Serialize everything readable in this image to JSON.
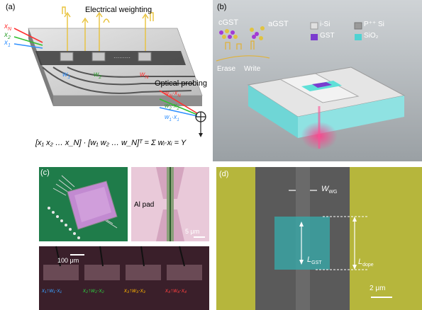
{
  "panel_a": {
    "label": "(a)",
    "title": "Electrical weighting",
    "probe": "Optical probing",
    "inputs": [
      "x",
      "x",
      "x"
    ],
    "input_subs": [
      "N",
      "2",
      "1"
    ],
    "weights": [
      "w",
      "w",
      "w"
    ],
    "weight_subs": [
      "1",
      "2",
      "N"
    ],
    "outputs": [
      "w",
      "x",
      "w",
      "x",
      "w",
      "x"
    ],
    "output_subs": [
      "N",
      "N",
      "2",
      "2",
      "1",
      "1"
    ],
    "equation": "[x₁ x₂ … x_N] · [w₁ w₂ … w_N]ᵀ = Σ wᵢ·xᵢ = Y"
  },
  "panel_b": {
    "label": "(b)",
    "cgst": "cGST",
    "agst": "aGST",
    "erase": "Erase",
    "write": "Write",
    "legend": [
      {
        "label": "i-Si",
        "color": "#d9d9d9"
      },
      {
        "label": "P⁺⁺ Si",
        "color": "#9a9a9a"
      },
      {
        "label": "GST",
        "color": "#7a3ccf"
      },
      {
        "label": "SiO₂",
        "color": "#4fd2d2"
      }
    ]
  },
  "panel_c": {
    "label": "(c)",
    "al_pad": "Al pad",
    "scale_top": "5 μm",
    "scale_bottom": "100 μm",
    "cells": [
      {
        "x": "x₁",
        "w": "w₁",
        "p": "x₁",
        "color": "#3aa0ff"
      },
      {
        "x": "x₂",
        "w": "w₂",
        "p": "x₂",
        "color": "#2ecc40"
      },
      {
        "x": "x₃",
        "w": "w₃",
        "p": "x₃",
        "color": "#ffb400"
      },
      {
        "x": "x₄",
        "w": "w₄",
        "p": "x₄",
        "color": "#ff4040"
      }
    ]
  },
  "panel_d": {
    "label": "(d)",
    "wwg": "W",
    "wwg_sub": "WG",
    "lgst": "L",
    "lgst_sub": "GST",
    "ldope": "L",
    "ldope_sub": "dope",
    "scale": "2 μm"
  }
}
